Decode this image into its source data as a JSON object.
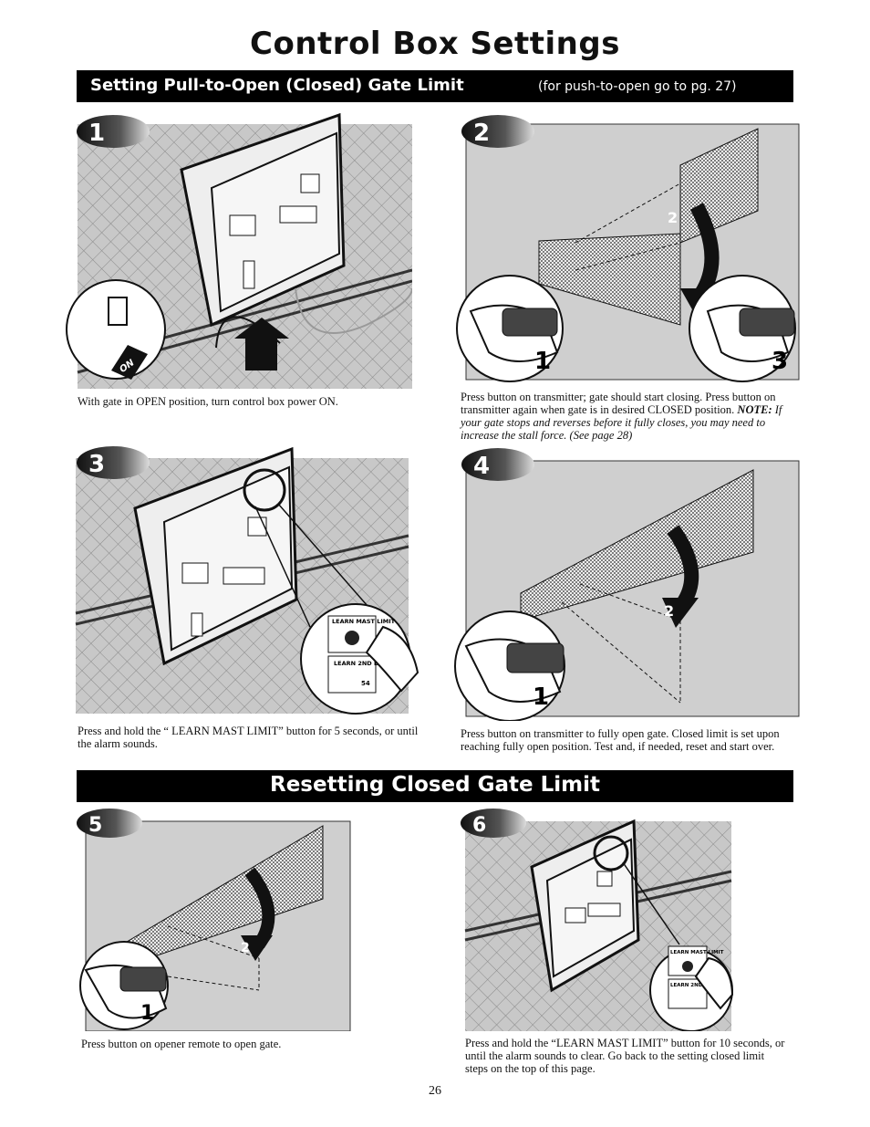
{
  "page": {
    "title": "Control Box Settings",
    "section1": {
      "heading": "Setting Pull-to-Open (Closed) Gate Limit",
      "subheading": "(for push-to-open go to pg. 27)"
    },
    "section2": {
      "heading": "Resetting Closed Gate Limit"
    },
    "page_number": "26"
  },
  "steps": [
    {
      "number": "1",
      "caption": "With gate in OPEN position, turn control box power ON.",
      "label_on": "ON"
    },
    {
      "number": "2",
      "caption": "Press button on transmitter; gate should start closing. Press button on transmitter again when gate is in desired CLOSED position.",
      "note_label": "NOTE:",
      "note": "If your gate stops and reverses before it fully closes, you may need to increase the stall force. (See page 28)",
      "callout_1": "1",
      "callout_2": "2",
      "callout_3": "3"
    },
    {
      "number": "3",
      "caption": "Press and hold the “ LEARN MAST LIMIT” button for 5 seconds, or until the alarm sounds.",
      "btn_learn_mast": "LEARN MAST  LIMIT",
      "btn_learn_2nd": "LEARN 2ND  LIMIT",
      "btn_side": "54"
    },
    {
      "number": "4",
      "caption": "Press button on transmitter to fully open gate. Closed limit is set upon reaching fully open position. Test and, if needed, reset and start over.",
      "callout_1": "1",
      "callout_2": "2"
    },
    {
      "number": "5",
      "caption": "Press button on opener remote to open gate.",
      "callout_1": "1",
      "callout_2": "2"
    },
    {
      "number": "6",
      "caption": "Press and hold the “LEARN MAST LIMIT” button for 10 seconds, or until the alarm sounds to clear. Go back to the setting closed limit steps on the top of this page.",
      "btn_learn_mast": "LEARN MAST  LIMIT",
      "btn_learn_2nd": "LEARN 2ND  LIMIT"
    }
  ]
}
